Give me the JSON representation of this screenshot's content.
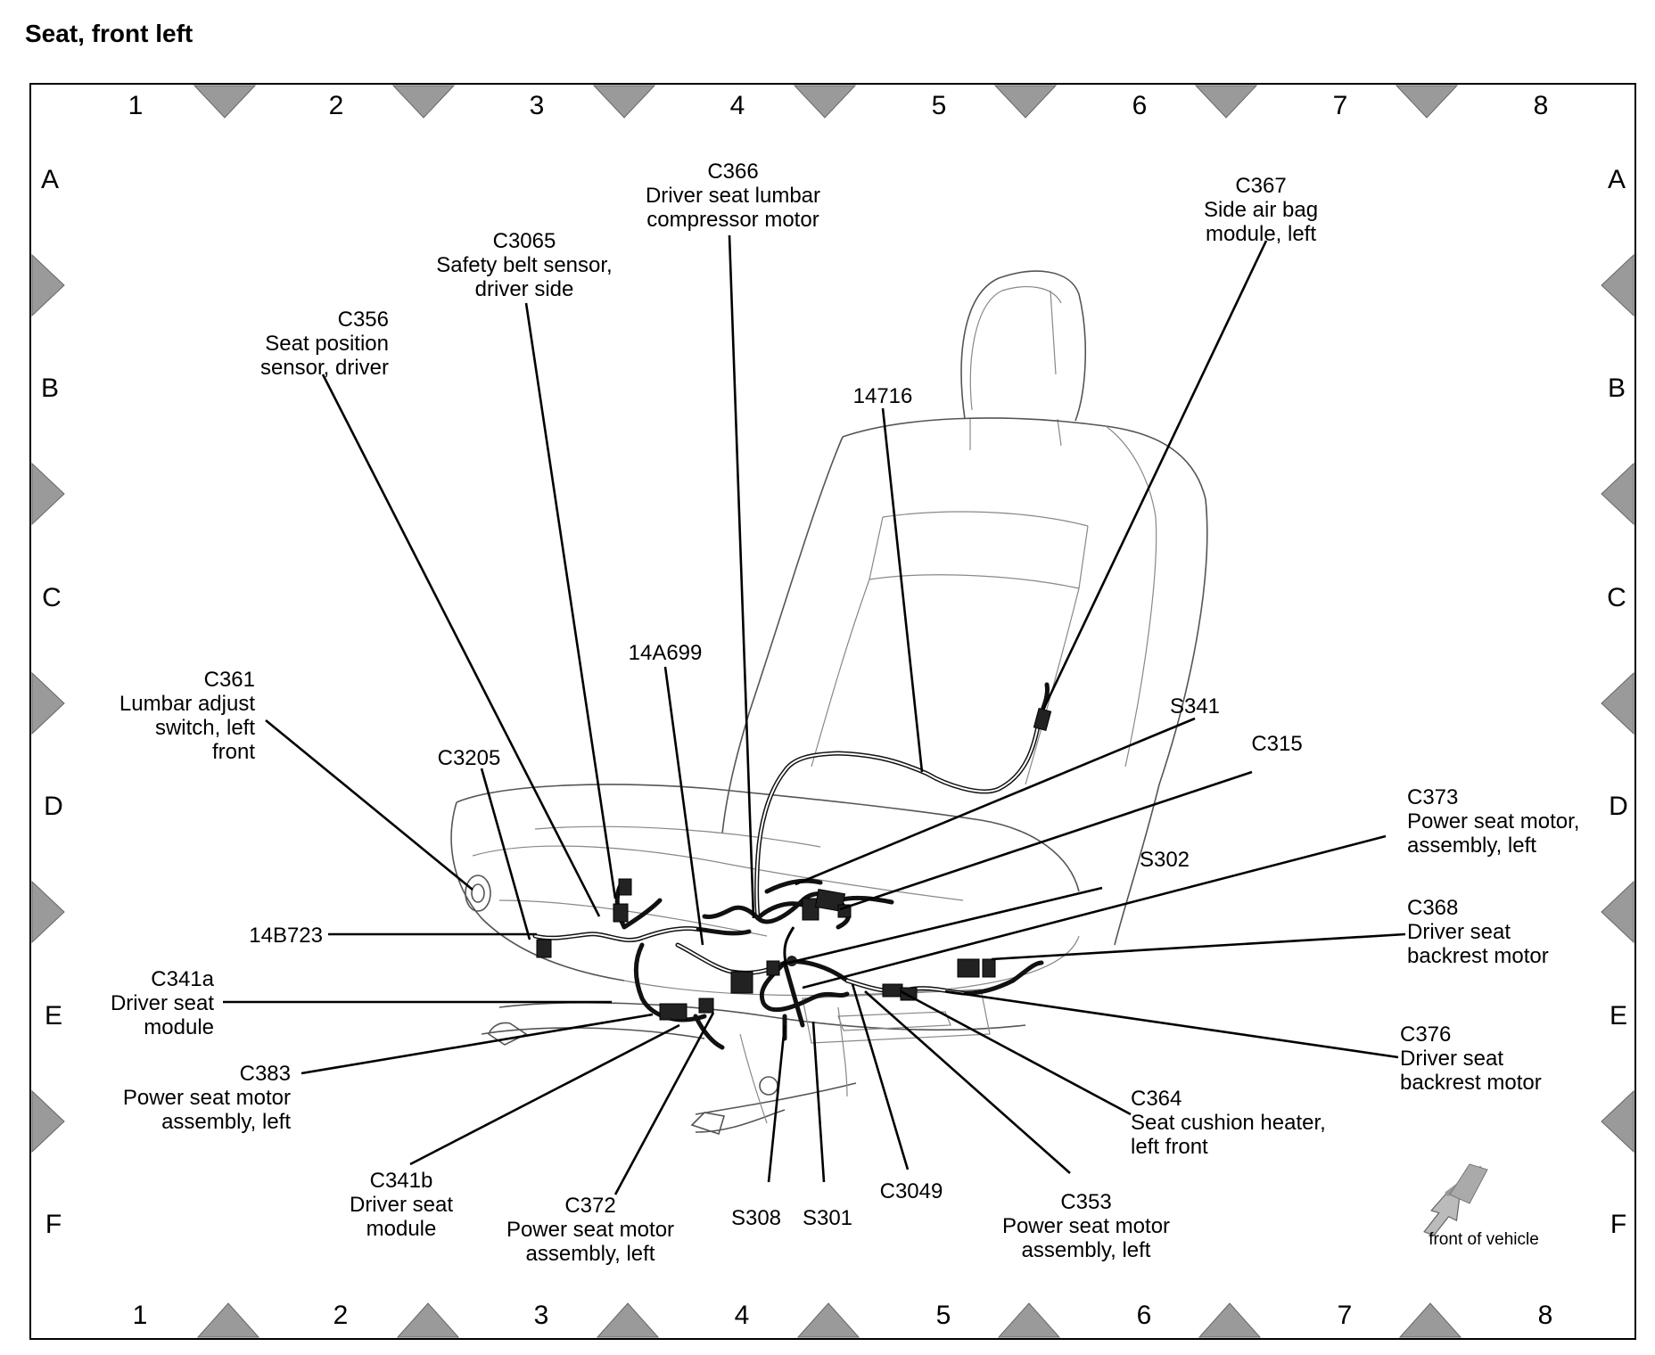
{
  "title": "Seat, front left",
  "grid": {
    "columns": [
      "1",
      "2",
      "3",
      "4",
      "5",
      "6",
      "7",
      "8"
    ],
    "rows": [
      "A",
      "B",
      "C",
      "D",
      "E",
      "F"
    ]
  },
  "labels": {
    "c366": [
      "C366",
      "Driver seat lumbar",
      "compressor motor"
    ],
    "c3065": [
      "C3065",
      "Safety belt sensor,",
      "driver side"
    ],
    "c356": [
      "C356",
      "Seat position",
      "sensor, driver"
    ],
    "c367": [
      "C367",
      "Side air bag",
      "module, left"
    ],
    "p14716": [
      "14716"
    ],
    "p14a699": [
      "14A699"
    ],
    "c361": [
      "C361",
      "Lumbar adjust",
      "switch, left",
      "front"
    ],
    "c3205": [
      "C3205"
    ],
    "s341": [
      "S341"
    ],
    "c315": [
      "C315"
    ],
    "c373": [
      "C373",
      "Power seat motor,",
      "assembly, left"
    ],
    "s302": [
      "S302"
    ],
    "c368": [
      "C368",
      "Driver seat",
      "backrest motor"
    ],
    "p14b723": [
      "14B723"
    ],
    "c341a": [
      "C341a",
      "Driver seat",
      "module"
    ],
    "c376": [
      "C376",
      "Driver seat",
      "backrest motor"
    ],
    "c383": [
      "C383",
      "Power seat motor",
      "assembly, left"
    ],
    "c364": [
      "C364",
      "Seat cushion heater,",
      "left front"
    ],
    "c341b": [
      "C341b",
      "Driver seat",
      "module"
    ],
    "c372": [
      "C372",
      "Power seat motor",
      "assembly, left"
    ],
    "s308": [
      "S308"
    ],
    "s301": [
      "S301"
    ],
    "c3049": [
      "C3049"
    ],
    "c353": [
      "C353",
      "Power seat motor",
      "assembly, left"
    ]
  },
  "front_of_vehicle": "front of vehicle"
}
